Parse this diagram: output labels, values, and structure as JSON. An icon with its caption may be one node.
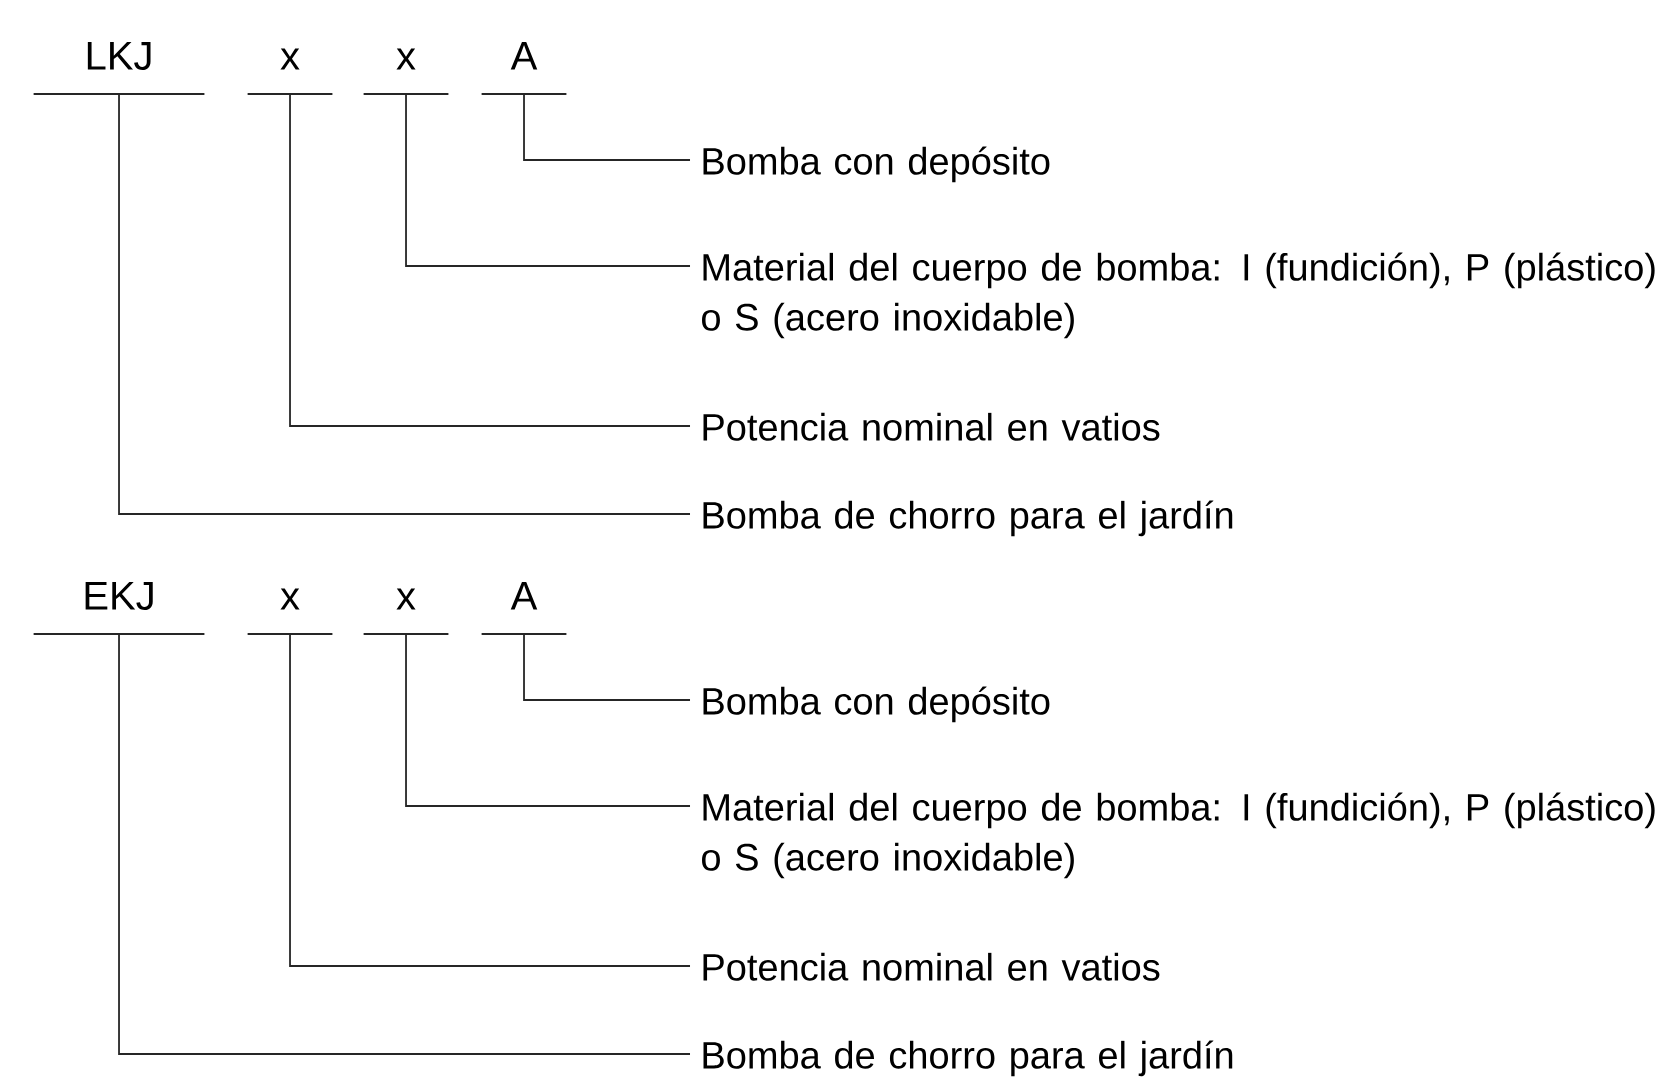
{
  "diagram": {
    "nodes": [
      {
        "text": [
          "LKJ"
        ]
      },
      {
        "text": [
          "x"
        ]
      },
      {
        "text": [
          "x"
        ]
      },
      {
        "text": [
          "A"
        ]
      },
      {
        "text": [
          "Bomba con depósito"
        ]
      },
      {
        "text": [
          "Material del cuerpo de bomba: I (fundición), P (plástico) o S (acero inoxidable)"
        ]
      },
      {
        "text": [
          "Potencia nominal en vatios"
        ]
      },
      {
        "text": [
          "Bomba de chorro para el jardín"
        ]
      },
      {
        "text": [
          "EKJ"
        ]
      },
      {
        "text": [
          "x"
        ]
      },
      {
        "text": [
          "x"
        ]
      },
      {
        "text": [
          "A"
        ]
      },
      {
        "text": [
          "Bomba con depósito"
        ]
      },
      {
        "text": [
          "Material del cuerpo de bomba: I (fundición), P (plástico) o S (acero inoxidable)"
        ]
      },
      {
        "text": [
          "Potencia nominal en vatios"
        ]
      },
      {
        "text": [
          "Bomba de chorro para el jardín"
        ]
      }
    ],
    "edges": [
      {
        "from": 3,
        "to": 4,
        "arrow": "none"
      },
      {
        "from": 2,
        "to": 5,
        "arrow": "none"
      },
      {
        "from": 1,
        "to": 6,
        "arrow": "none"
      },
      {
        "from": 0,
        "to": 7,
        "arrow": "none"
      },
      {
        "from": 11,
        "to": 12,
        "arrow": "none"
      },
      {
        "from": 10,
        "to": 13,
        "arrow": "none"
      },
      {
        "from": 9,
        "to": 14,
        "arrow": "none"
      },
      {
        "from": 8,
        "to": 15,
        "arrow": "none"
      }
    ]
  }
}
